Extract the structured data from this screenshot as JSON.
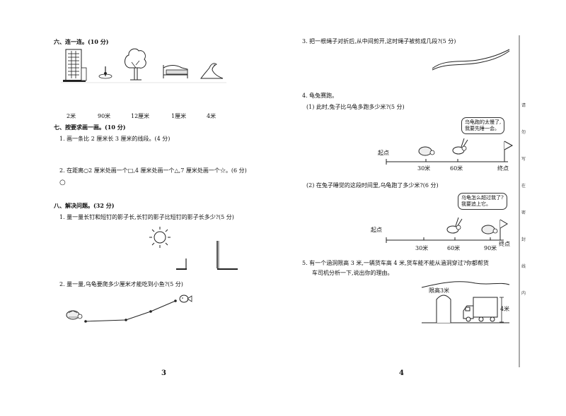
{
  "left": {
    "s6": {
      "title": "六、连一连。(10 分)",
      "labels": [
        "2米",
        "90米",
        "12厘米",
        "1厘米",
        "4米"
      ]
    },
    "s7": {
      "title": "七、按要求画一画。(10 分)",
      "q1": "1. 画一条比 2 厘米长 3 厘米的线段。(4 分)",
      "q2": "2. 在距离○2 厘米处画一个□,4 厘米处画一个△,7 厘米处画一个☆。(6 分)",
      "circle": "○"
    },
    "s8": {
      "title": "八、解决问题。(32 分)",
      "q1": "1. 量一量长钉和短钉的影子长,长钉的影子比短钉的影子长多少?(5 分)",
      "q2": "2. 量一量,乌龟要爬多少厘米才能吃到小鱼?(5 分)"
    },
    "page_number": "3"
  },
  "right": {
    "q3": "3. 把一根绳子对折后,从中间剪开,这时绳子被剪成几段?(5 分)",
    "q4": {
      "title": "4. 龟兔赛跑。",
      "p1": "(1) 此时,兔子比乌龟多跑多少米?(5 分)",
      "bubble1": [
        "乌龟跑的太慢了,",
        "我要先睡一会。"
      ],
      "line1": {
        "start": "起点",
        "end": "终点",
        "marks": [
          "30米",
          "60米"
        ]
      },
      "p2": "(2) 在兔子睡觉的这段时间里,乌龟跑了多少米?(6 分)",
      "bubble2": [
        "乌龟怎么超过我了?",
        "我要追上它。"
      ],
      "line2": {
        "start": "起点",
        "end": "终点",
        "marks": [
          "30米",
          "60米",
          "90米"
        ]
      }
    },
    "q5": {
      "line1": "5. 有一个涵洞限高 3 米,一辆货车高 4 米,货车能不能从涵洞穿过?你都帮货",
      "line2": "车司机分析一下,说出你的理由。",
      "limit": "限高3米",
      "height": "4米"
    },
    "page_number": "4"
  },
  "margin_chars": [
    "请",
    "勿",
    "写",
    "在",
    "密",
    "封",
    "线",
    "内"
  ]
}
